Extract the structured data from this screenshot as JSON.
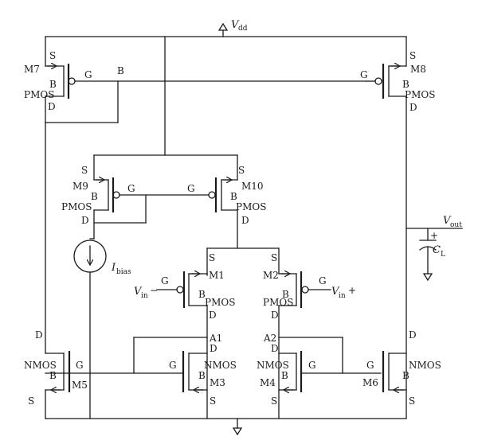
{
  "supply": {
    "vdd_main": "V",
    "vdd_sub": "dd"
  },
  "output": {
    "vout_main": "V",
    "vout_sub": "out"
  },
  "capacitor": {
    "name": "C",
    "name_sub": "L",
    "plus": "+"
  },
  "bias": {
    "name": "I",
    "name_sub": "bias"
  },
  "inputs": {
    "neg_main": "V",
    "neg_sub": "in",
    "neg_sign": "−",
    "pos_main": "V",
    "pos_sub": "in",
    "pos_sign": "+"
  },
  "nodes": {
    "a1": "A1",
    "a2": "A2"
  },
  "transistors": {
    "m1": {
      "name": "M1",
      "type": "PMOS",
      "s": "S",
      "g": "G",
      "b": "B",
      "d": "D"
    },
    "m2": {
      "name": "M2",
      "type": "PMOS",
      "s": "S",
      "g": "G",
      "b": "B",
      "d": "D"
    },
    "m3": {
      "name": "M3",
      "type": "NMOS",
      "s": "S",
      "g": "G",
      "b": "B",
      "d": "D"
    },
    "m4": {
      "name": "M4",
      "type": "NMOS",
      "s": "S",
      "g": "G",
      "b": "B",
      "d": "D"
    },
    "m5": {
      "name": "M5",
      "type": "NMOS",
      "s": "S",
      "g": "G",
      "b": "B",
      "d": "D"
    },
    "m6": {
      "name": "M6",
      "type": "NMOS",
      "s": "S",
      "g": "G",
      "b": "B",
      "d": "D"
    },
    "m7": {
      "name": "M7",
      "type": "PMOS",
      "s": "S",
      "g": "G",
      "b": "B",
      "d": "D"
    },
    "m8": {
      "name": "M8",
      "type": "PMOS",
      "s": "S",
      "g": "G",
      "b": "B",
      "d": "D"
    },
    "m9": {
      "name": "M9",
      "type": "PMOS",
      "s": "S",
      "g": "G",
      "b": "B",
      "d": "D"
    },
    "m10": {
      "name": "M10",
      "type": "PMOS",
      "s": "S",
      "g": "G",
      "b": "B",
      "d": "D"
    }
  }
}
